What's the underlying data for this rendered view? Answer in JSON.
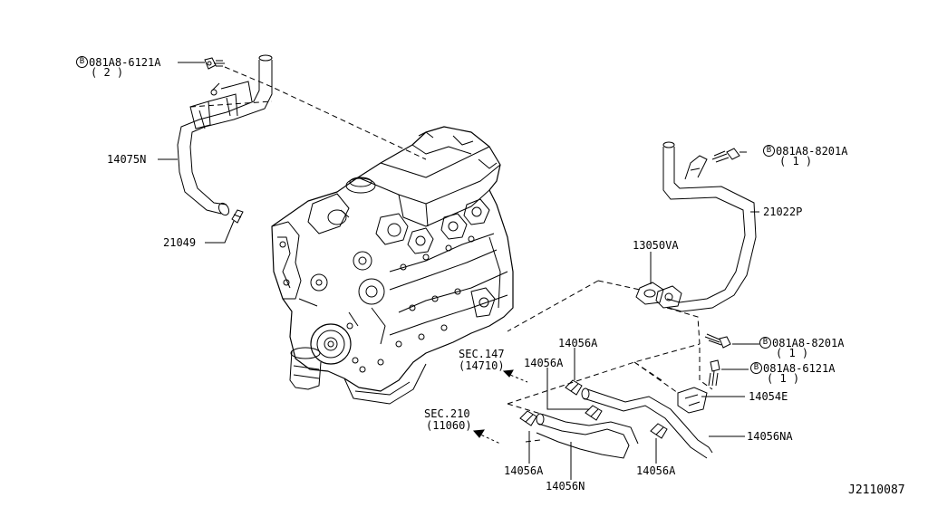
{
  "labels": {
    "bolt_top_left": {
      "mark": "B",
      "part": "081A8-6121A",
      "qty": "( 2 )"
    },
    "hose_14075N": "14075N",
    "clip_21049": "21049",
    "bolt_top_right": {
      "mark": "B",
      "part": "081A8-8201A",
      "qty": "( 1 )"
    },
    "pipe_21022P": "21022P",
    "gasket_13050VA": "13050VA",
    "bolt_mid_right": {
      "mark": "B",
      "part": "081A8-8201A",
      "qty": "( 1 )"
    },
    "bolt_lower_right": {
      "mark": "B",
      "part": "081A8-6121A",
      "qty": "( 1 )"
    },
    "bracket_14054E": "14054E",
    "hose_14056NA": "14056NA",
    "clamp_a_top": "14056A",
    "clamp_a_mid": "14056A",
    "clamp_a_bottom_left": "14056A",
    "clamp_a_bottom_right": "14056A",
    "hose_14056N": "14056N",
    "sec147": {
      "title": "SEC.147",
      "sub": "(14710)"
    },
    "sec210": {
      "title": "SEC.210",
      "sub": "(11060)"
    },
    "diagram_id": "J2110087"
  }
}
